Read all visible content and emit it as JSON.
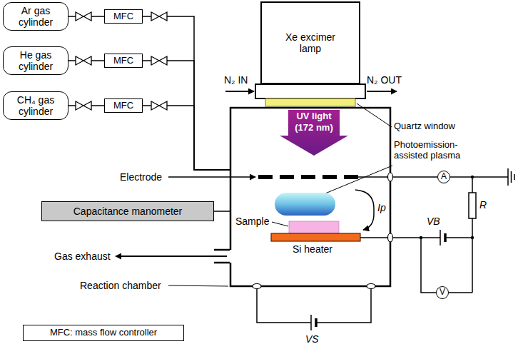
{
  "diagram": {
    "nodes": [
      {
        "text": [
          "Ar gas cylinder"
        ]
      },
      {
        "text": [
          "MFC"
        ]
      },
      {
        "text": [
          "He gas cylinder"
        ]
      },
      {
        "text": [
          "MFC"
        ]
      },
      {
        "text": [
          "CH₄ gas cylinder"
        ]
      },
      {
        "text": [
          "MFC"
        ]
      },
      {
        "text": [
          "Xe excimer lamp"
        ]
      },
      {
        "text": [
          "Reaction chamber"
        ]
      },
      {
        "text": [
          "UV light (172 nm)"
        ],
        "in": 7
      },
      {
        "text": [
          "Capacitance manometer"
        ]
      },
      {
        "text": [
          "A"
        ]
      },
      {
        "text": [
          "V"
        ]
      },
      {
        "text": [
          "MFC: mass flow controller"
        ]
      }
    ],
    "edges": [
      {
        "from": 0,
        "to": 1,
        "arrow": "none"
      },
      {
        "from": 2,
        "to": 3,
        "arrow": "none"
      },
      {
        "from": 4,
        "to": 5,
        "arrow": "none"
      },
      {
        "from": 1,
        "to": 7,
        "arrow": "none"
      },
      {
        "from": 3,
        "to": 7,
        "arrow": "none"
      },
      {
        "from": 5,
        "to": 7,
        "arrow": "none"
      },
      {
        "from": 9,
        "to": 7,
        "arrow": "none"
      }
    ],
    "labels": [
      "N₂ IN",
      "N₂ OUT",
      "Quartz window",
      "Photoemission-assisted plasma",
      "Electrode",
      "Sample",
      "Si heater",
      "Gas exhaust",
      "Ip",
      "R",
      "VB",
      "VS"
    ]
  }
}
